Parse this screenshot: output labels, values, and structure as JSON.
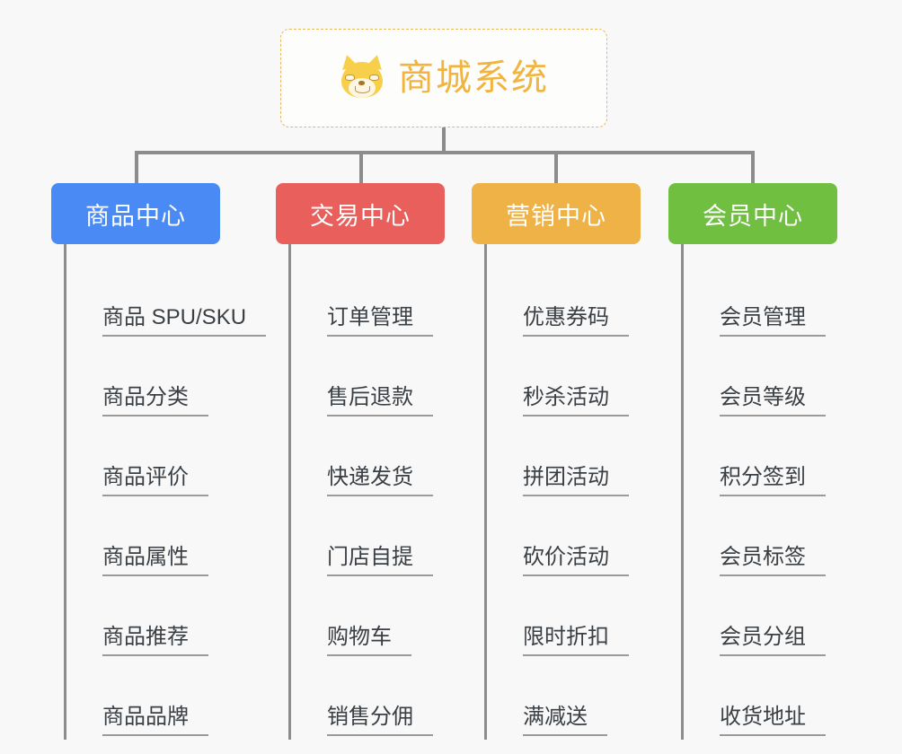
{
  "root": {
    "title": "商城系统",
    "icon": "shiba-dog-emoji",
    "title_color": "#f0b43f",
    "border_color": "#e8b95a"
  },
  "canvas": {
    "background": "#f8f8f8",
    "connector_color": "#8c8c8c"
  },
  "categories": [
    {
      "label": "商品中心",
      "color": "#4a8af4",
      "items": [
        "商品 SPU/SKU",
        "商品分类",
        "商品评价",
        "商品属性",
        "商品推荐",
        "商品品牌"
      ]
    },
    {
      "label": "交易中心",
      "color": "#e95f5c",
      "items": [
        "订单管理",
        "售后退款",
        "快递发货",
        "门店自提",
        "购物车",
        "销售分佣"
      ]
    },
    {
      "label": "营销中心",
      "color": "#eeb246",
      "items": [
        "优惠券码",
        "秒杀活动",
        "拼团活动",
        "砍价活动",
        "限时折扣",
        "满减送"
      ]
    },
    {
      "label": "会员中心",
      "color": "#70bf41",
      "items": [
        "会员管理",
        "会员等级",
        "积分签到",
        "会员标签",
        "会员分组",
        "收货地址"
      ]
    }
  ]
}
